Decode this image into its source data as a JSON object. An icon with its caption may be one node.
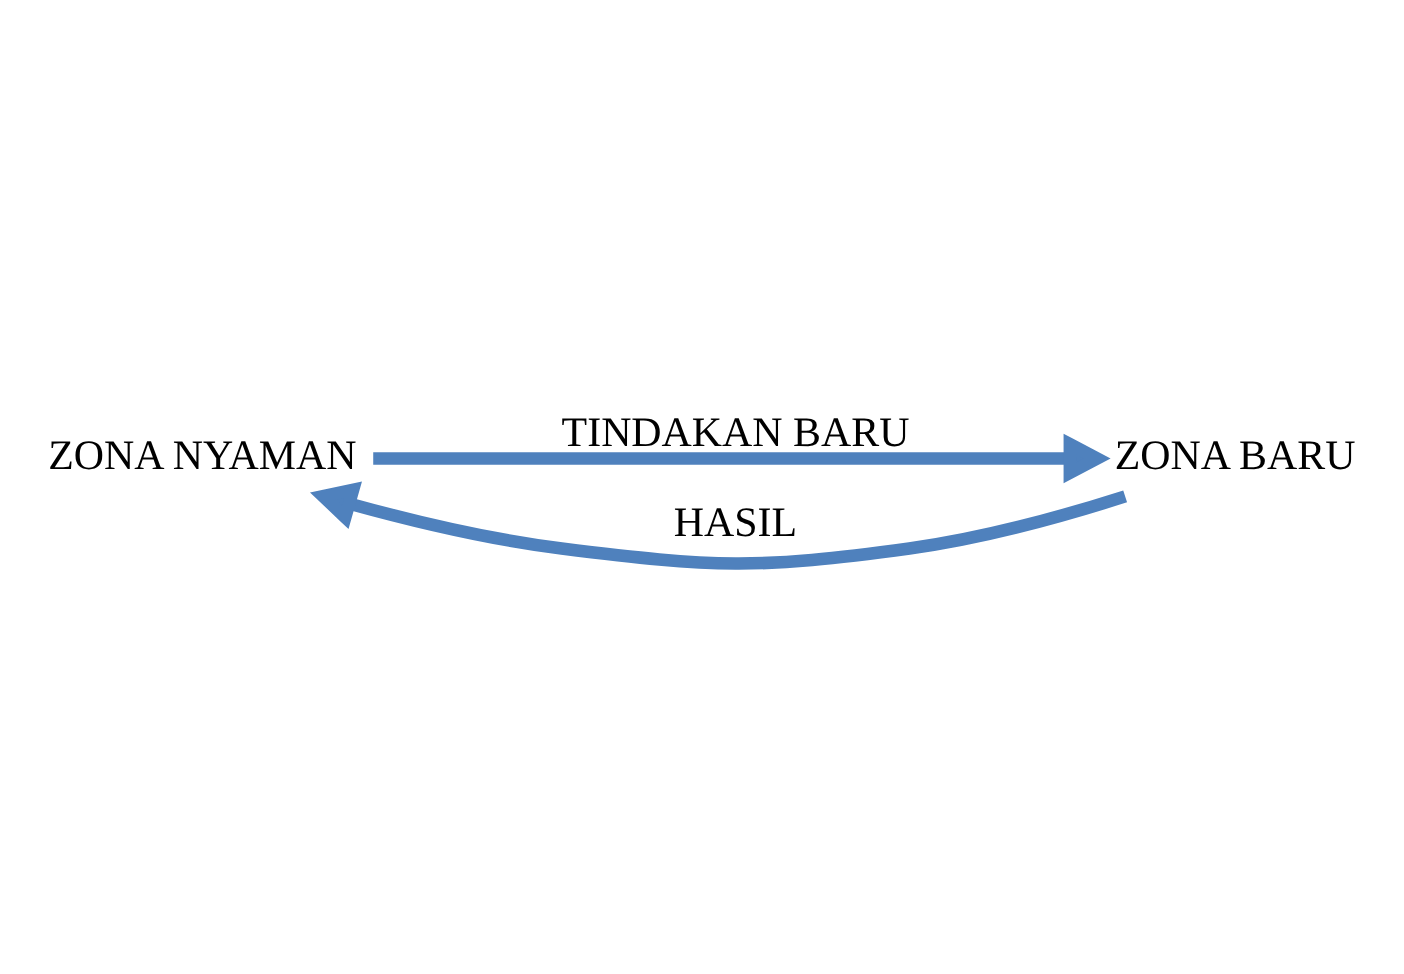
{
  "diagram": {
    "nodes": [
      {
        "text": [
          "ZONA NYAMAN"
        ]
      },
      {
        "text": [
          "ZONA BARU"
        ]
      }
    ],
    "edges": [
      {
        "from": 0,
        "to": 1,
        "arrow": "to",
        "label": "TINDAKAN BARU"
      },
      {
        "from": 1,
        "to": 0,
        "arrow": "to",
        "label": "HASIL"
      }
    ]
  }
}
